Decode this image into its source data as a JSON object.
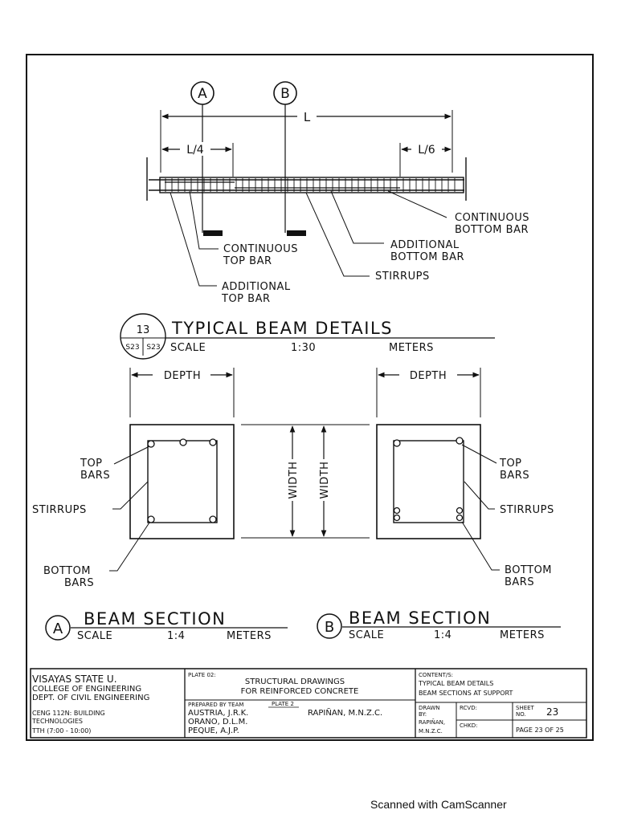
{
  "elevation": {
    "markers": [
      "A",
      "B"
    ],
    "dims": {
      "span": "L",
      "left": "L/4",
      "right": "L/6"
    },
    "callouts": {
      "continuous_bottom": [
        "CONTINUOUS",
        "BOTTOM BAR"
      ],
      "additional_bottom": [
        "ADDITIONAL",
        "BOTTOM BAR"
      ],
      "continuous_top": [
        "CONTINUOUS",
        "TOP BAR"
      ],
      "stirrups": "STIRRUPS",
      "additional_top": [
        "ADDITIONAL",
        "TOP BAR"
      ]
    }
  },
  "detail_title": {
    "number": "13",
    "refs": [
      "S23",
      "S23"
    ],
    "title": "TYPICAL BEAM DETAILS",
    "scale_label": "SCALE",
    "scale": "1:30",
    "units": "METERS"
  },
  "sections": {
    "depth": "DEPTH",
    "width": "WIDTH",
    "top_bars": [
      "TOP",
      "BARS"
    ],
    "stirrups": "STIRRUPS",
    "bottom_bars": [
      "BOTTOM",
      "BARS"
    ],
    "a": {
      "marker": "A",
      "title": "BEAM SECTION",
      "scale_label": "SCALE",
      "scale": "1:4",
      "units": "METERS"
    },
    "b": {
      "marker": "B",
      "title": "BEAM SECTION",
      "scale_label": "SCALE",
      "scale": "1:4",
      "units": "METERS"
    }
  },
  "title_block": {
    "school": [
      "VISAYAS STATE U.",
      "COLLEGE OF ENGINEERING",
      "DEPT. OF CIVIL ENGINEERING"
    ],
    "course": [
      "CENG 112N: BUILDING",
      "TECHNOLOGIES",
      "TTH (7:00 - 10:00)"
    ],
    "plate_label": "PLATE 02:",
    "plate_title": [
      "STRUCTURAL DRAWINGS",
      "FOR REINFORCED CONCRETE"
    ],
    "prepared_label": "PREPARED BY TEAM",
    "team": "PLATE 2",
    "members": [
      "AUSTRIA, J.R.K.",
      "ORANO, D.L.M.",
      "PEQUE, A.J.P."
    ],
    "member_right": "RAPIÑAN, M.N.Z.C.",
    "content_label": "CONTENT/S:",
    "content": [
      "TYPICAL BEAM DETAILS",
      "BEAM SECTIONS AT SUPPORT"
    ],
    "drawn_label": [
      "DRAWN",
      "BY:"
    ],
    "drawn_by": [
      "RAPIÑAN,",
      "M.N.Z.C."
    ],
    "rcvd_label": "RCVD:",
    "chkd_label": "CHKD:",
    "sheet_label": [
      "SHEET",
      "NO."
    ],
    "sheet_no": "23",
    "page": "PAGE 23 OF 25"
  },
  "watermark": "Scanned with CamScanner"
}
